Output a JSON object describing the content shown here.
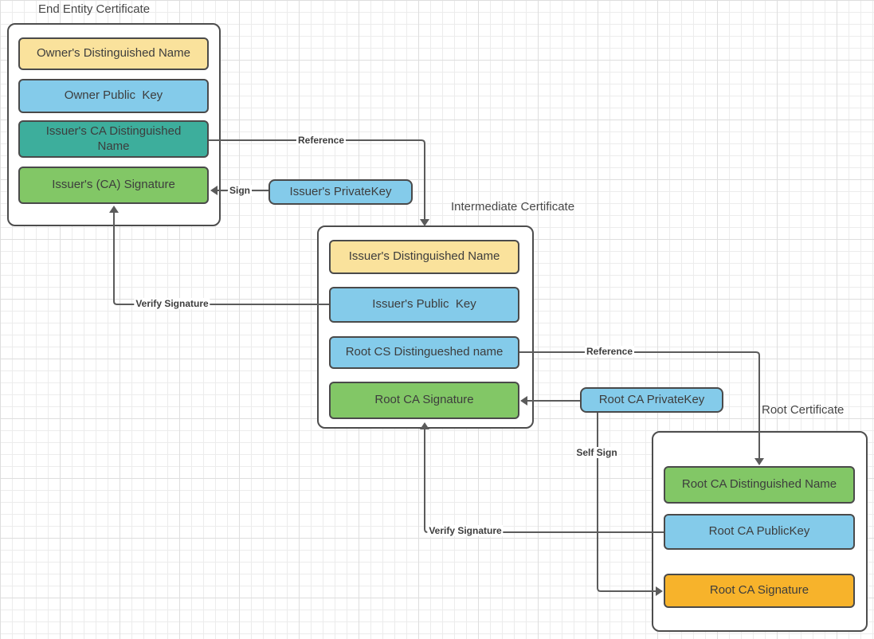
{
  "diagram": {
    "groups": [
      {
        "title": "End Entity Certificate",
        "items": [
          {
            "label": "Owner's Distinguished Name",
            "color": "yellow"
          },
          {
            "label": "Owner Public  Key",
            "color": "blue"
          },
          {
            "label": "Issuer's CA Distinguished\nName",
            "color": "teal"
          },
          {
            "label": "Issuer's (CA) Signature",
            "color": "green"
          }
        ]
      },
      {
        "title": "Intermediate Certificate",
        "items": [
          {
            "label": "Issuer's Distinguished Name",
            "color": "yellow"
          },
          {
            "label": "Issuer's Public  Key",
            "color": "blue"
          },
          {
            "label": "Root CS Distingueshed name",
            "color": "blue"
          },
          {
            "label": "Root CA Signature",
            "color": "green"
          }
        ]
      },
      {
        "title": "Root Certificate",
        "items": [
          {
            "label": "Root CA Distinguished Name",
            "color": "green"
          },
          {
            "label": "Root CA PublicKey",
            "color": "blue"
          },
          {
            "label": "Root CA Signature",
            "color": "orange"
          }
        ]
      }
    ],
    "keys": [
      {
        "label": "Issuer's PrivateKey",
        "color": "blue"
      },
      {
        "label": "Root CA PrivateKey",
        "color": "blue"
      }
    ],
    "connector_labels": {
      "reference1": "Reference",
      "sign": "Sign",
      "verify1": "Verify Signature",
      "reference2": "Reference",
      "self_sign": "Self Sign",
      "verify2": "Verify Signature"
    },
    "colors": {
      "yellow": "#FAE29C",
      "blue": "#84CBEA",
      "teal": "#3DAE9C",
      "green": "#82C766",
      "orange": "#F7B32B",
      "line": "#5B5B5B",
      "border": "#4D4D4D"
    }
  }
}
